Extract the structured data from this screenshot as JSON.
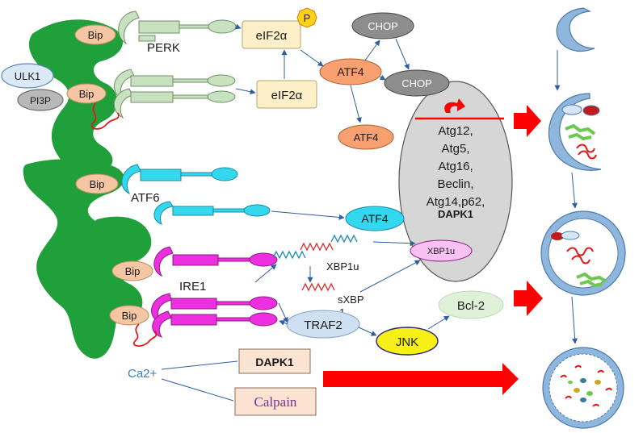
{
  "receptors": {
    "perk": "PERK",
    "atf6": "ATF6",
    "ire1": "IRE1"
  },
  "chaperone": "Bip",
  "upstream": {
    "ulk1": "ULK1",
    "pi3p": "PI3P"
  },
  "proteins": {
    "eif2a_p": "eIF2α",
    "phospho": "P",
    "eif2a": "eIF2α",
    "chop_top": "CHOP",
    "chop_mid": "CHOP",
    "atf4_upper": "ATF4",
    "atf4_lower": "ATF4",
    "atf4_atf6": "ATF4",
    "xbp1u_text": "XBP1u",
    "xbp1u_ellipse": "XBP1u",
    "sxbp_line1": "sXBP",
    "sxbp_line2": "1",
    "traf2": "TRAF2",
    "jnk": "JNK",
    "bcl2": "Bcl-2",
    "dapk1_box": "DAPK1",
    "calpain": "Calpain",
    "ca2": "Ca2+"
  },
  "atg_genes": [
    "Atg12,",
    "Atg5,",
    "Atg16,",
    "Beclin,",
    "Atg14,p62,",
    "DAPK1"
  ],
  "colors": {
    "er": "#1fa03a",
    "bip": "#f4c6a4",
    "perk": "#c8e2bf",
    "atf6": "#33d8ee",
    "ire1": "#ee2fe0",
    "eif2a": "#fdf0c8",
    "atf4": "#f8a070",
    "chop": "#8d8d8d",
    "nucleus": "#d6d6d6",
    "jnk": "#f6f016",
    "traf2": "#cfe0f2",
    "bcl2": "#e0f1da",
    "arrow_red": "#ff0000",
    "membrane": "#5f96c8"
  }
}
